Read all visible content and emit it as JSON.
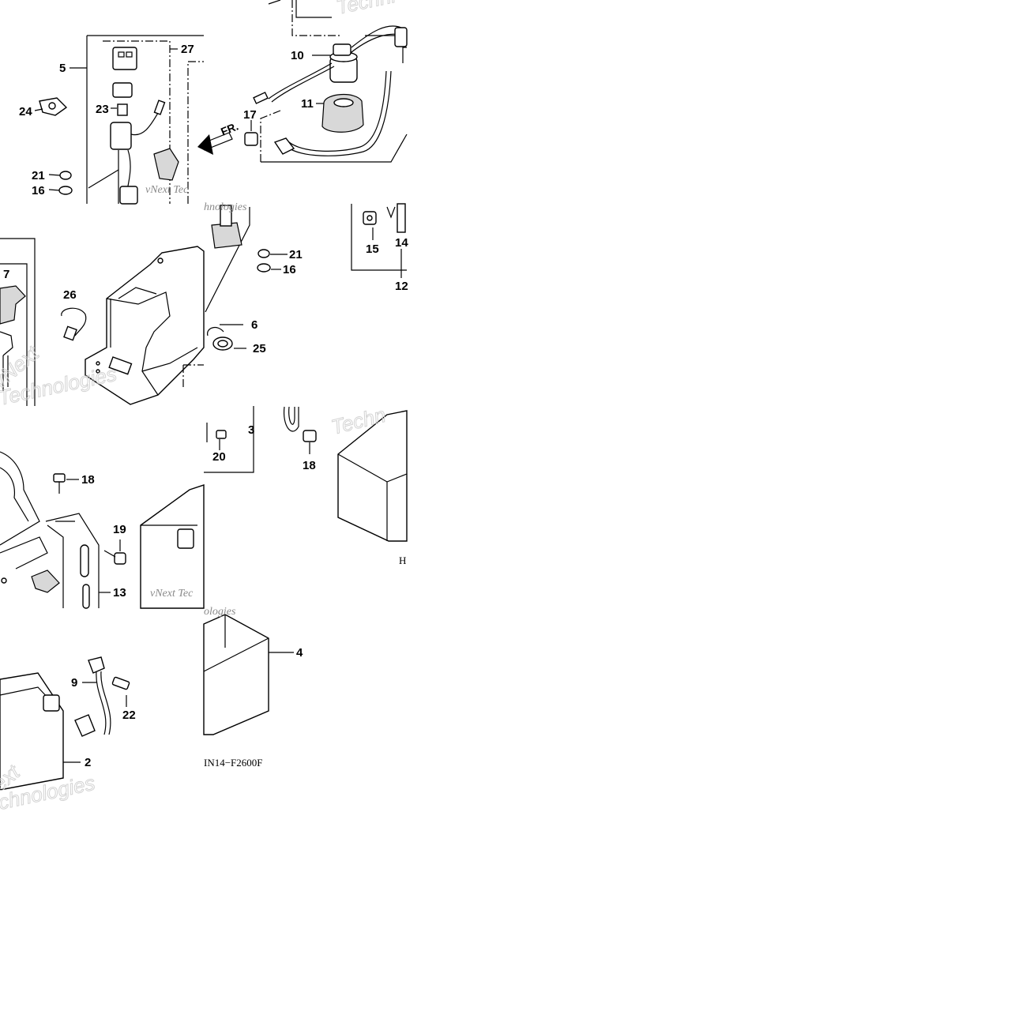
{
  "diagram": {
    "callouts": [
      "27",
      "5",
      "24",
      "23",
      "21",
      "16",
      "10",
      "11",
      "17",
      "7",
      "26",
      "21",
      "16",
      "6",
      "25",
      "15",
      "14",
      "12",
      "3",
      "20",
      "18",
      "18",
      "19",
      "13",
      "9",
      "22",
      "2",
      "4"
    ],
    "figure_code": "IN14−F2600F",
    "figure_code_partial": "H",
    "direction_label": "FR.",
    "watermarks": [
      "Techni",
      "vNext Tec",
      "vNext",
      "Technologies",
      "ext",
      "Techn",
      "vNext Tec",
      "hnologies",
      "ext",
      "chnologies",
      "hnologies",
      "ologies"
    ]
  }
}
